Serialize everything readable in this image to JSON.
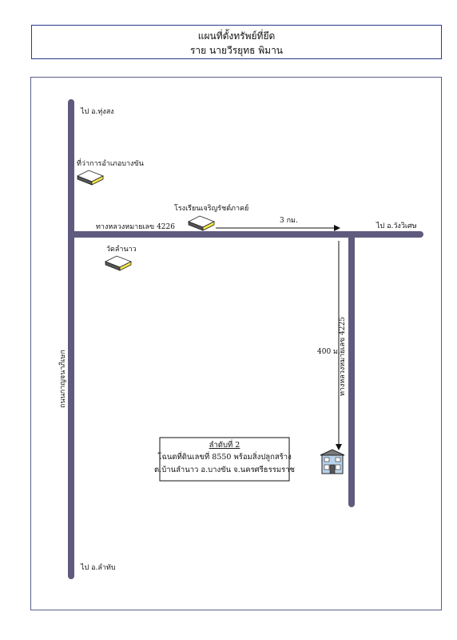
{
  "title": {
    "line1": "แผนที่ตั้งทรัพย์ที่ยึด",
    "line2": "ราย นายวีรยุทธ พิมาน"
  },
  "labels": {
    "to_north": "ไป อ.ทุ่งสง",
    "to_south": "ไป อ.ลำทับ",
    "to_east": "ไป อ.วังวิเศษ",
    "district_office": "ที่ว่าการอำเภอบางขัน",
    "school": "โรงเรียนเจริญรัชต์ภาคย์",
    "temple": "วัดลำนาว",
    "highway_4226": "ทางหลวงหมายเลข 4226",
    "highway_4225": "ทางหลวงหมายเลข 4225",
    "main_road": "ถนนกาญจนาภิเษก",
    "distance_km": "3 กม.",
    "distance_m": "400 ม."
  },
  "property": {
    "item_no": "ลำดับที่ 2",
    "deed": "โฉนดที่ดินเลขที่ 8550 พร้อมสิ่งปลูกสร้าง",
    "location": "ต.บ้านลำนาว อ.บางขัน จ.นครศรีธรรมราช"
  },
  "colors": {
    "road": "#5e5b7e",
    "arrow": "#111111",
    "landmark_fill": "#f5e94a",
    "border": "#2d3a8c"
  },
  "icons": {
    "landmark": "landmark-box-icon",
    "property": "house-icon"
  }
}
